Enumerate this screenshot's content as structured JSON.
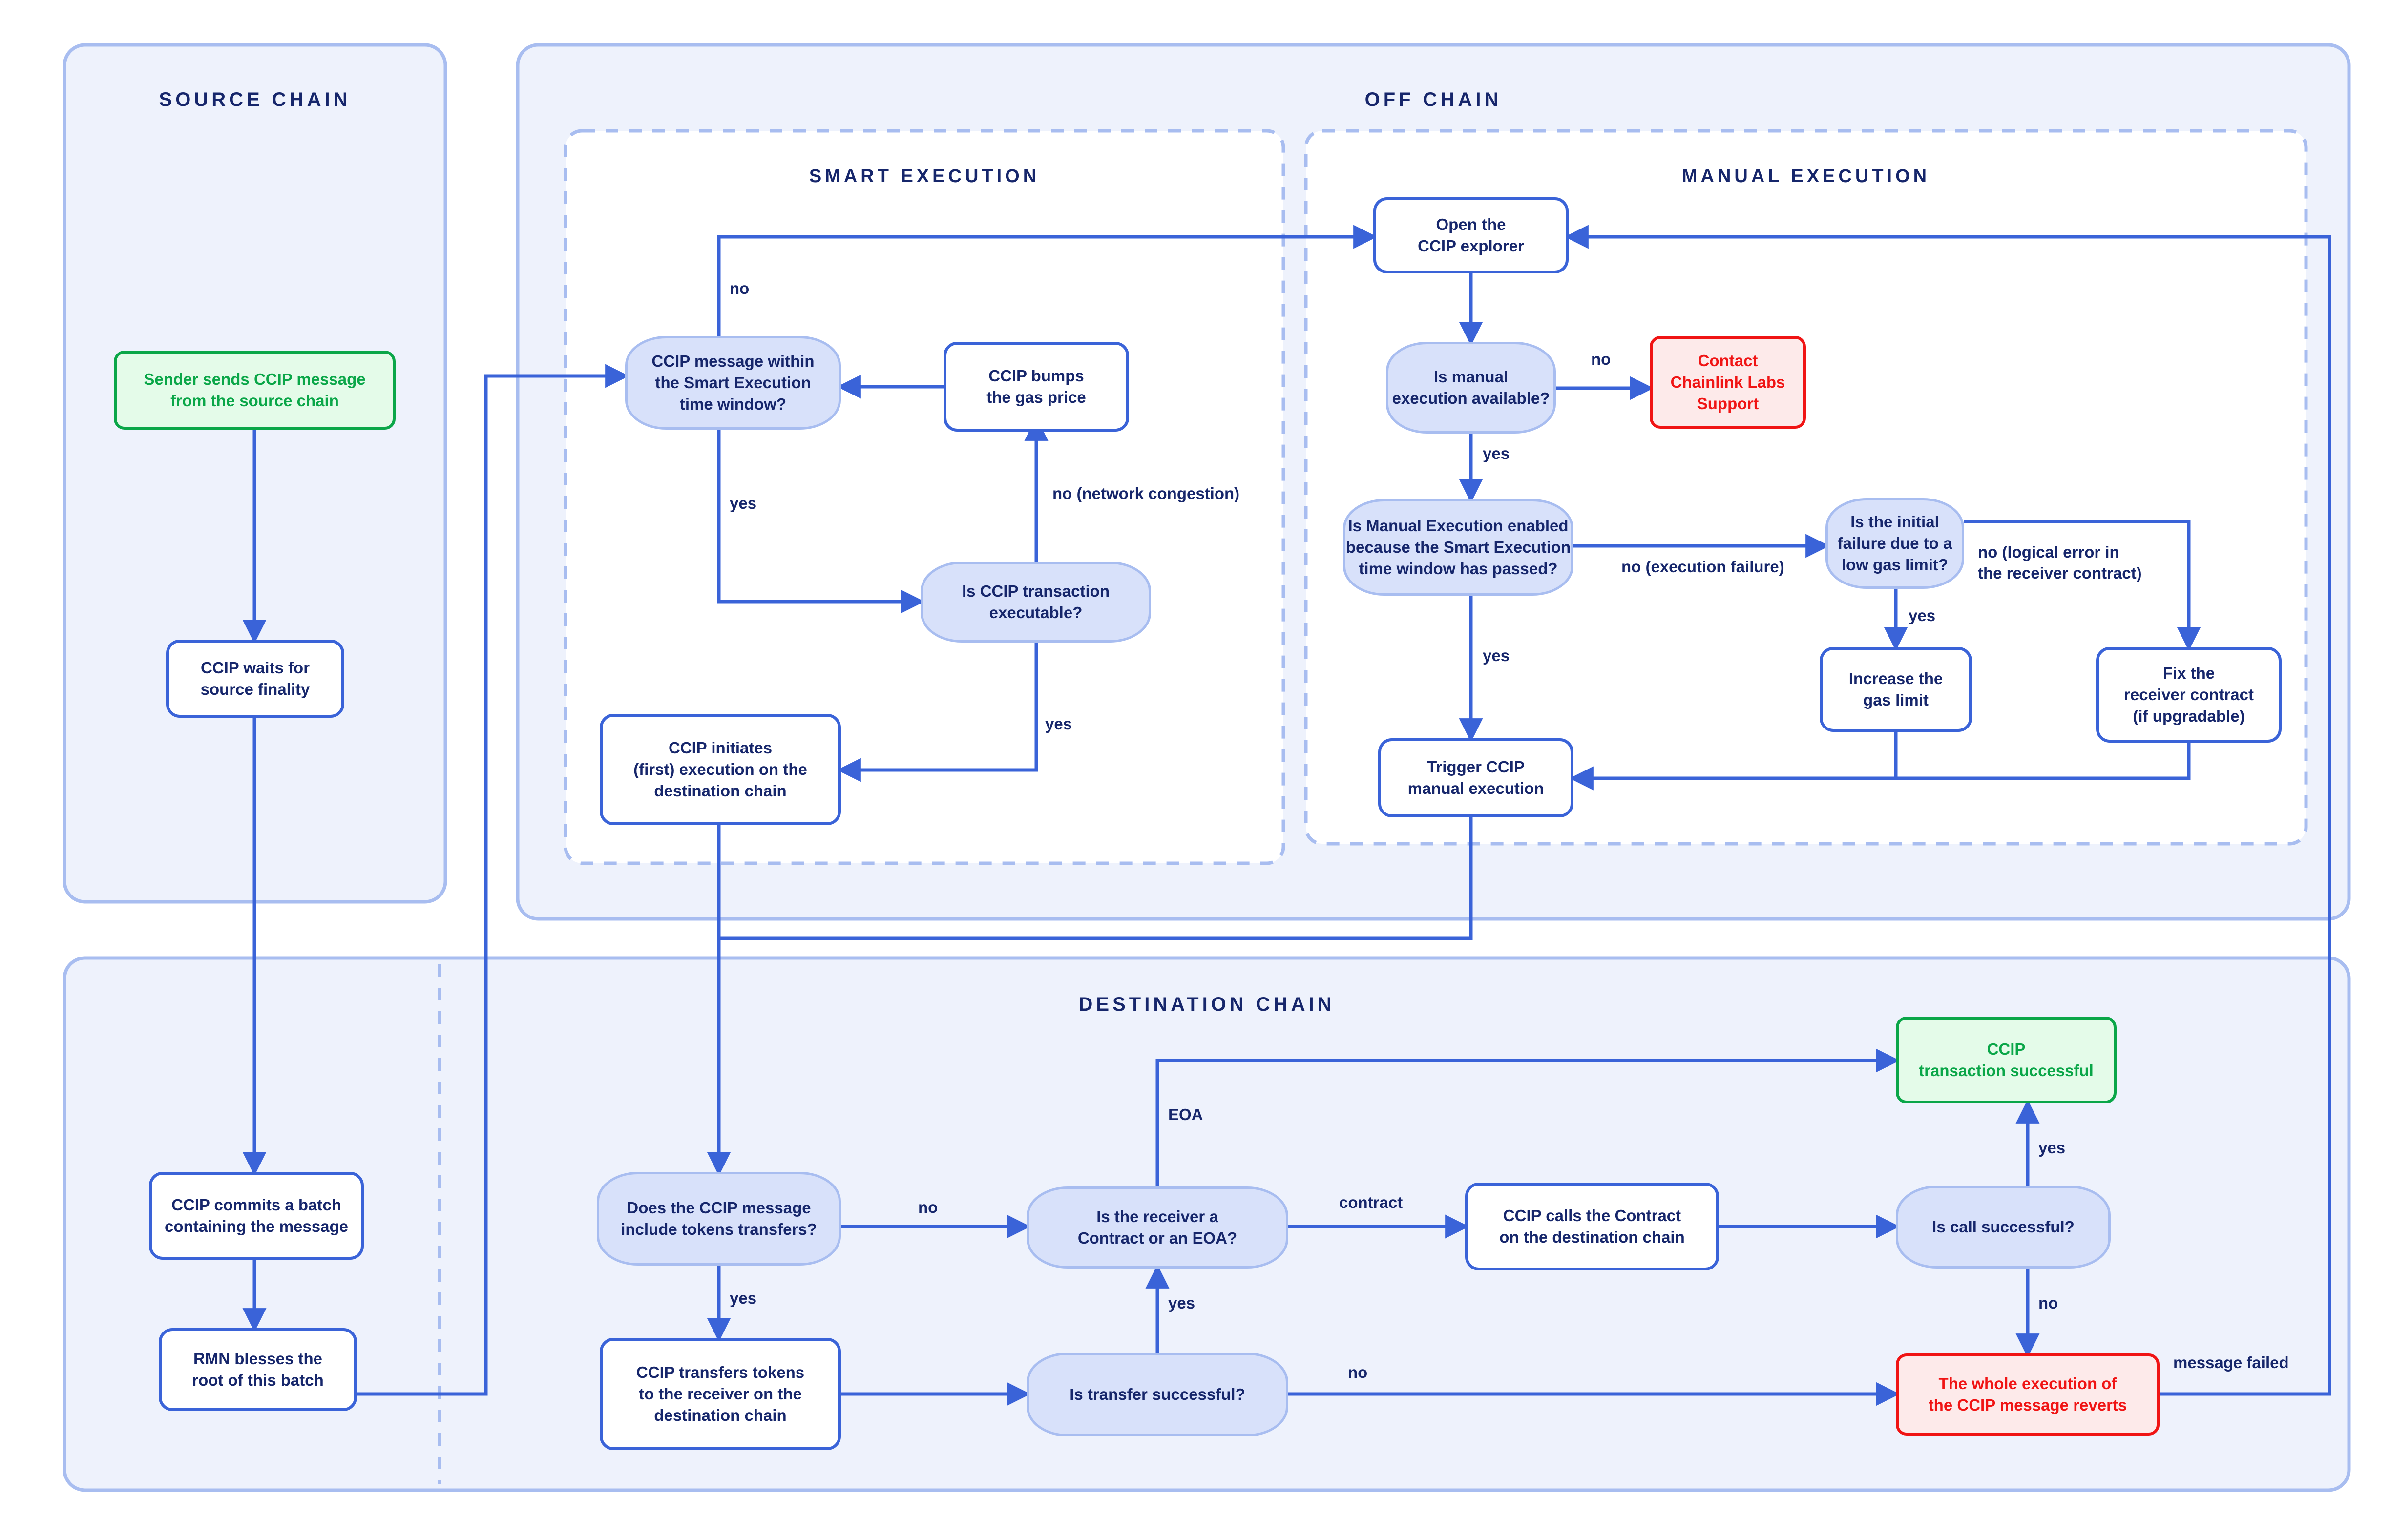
{
  "diagram": {
    "title": "CCIP message execution flowchart",
    "colors": {
      "page_background": "#ffffff",
      "panel_fill": "#eef2fc",
      "panel_border": "#a8bdf0",
      "inner_panel_fill": "#ffffff",
      "process_border": "#3a63d8",
      "decision_fill": "#d8e1fa",
      "decision_border": "#a8bdf0",
      "text_navy": "#16266b",
      "success_green": "#0aa648",
      "success_fill": "#e4fbe9",
      "error_red": "#f01414",
      "error_fill": "#fdeaea",
      "arrow_blue": "#3a63d8"
    }
  },
  "panels": [
    {
      "id": "source-chain",
      "label": "SOURCE CHAIN"
    },
    {
      "id": "off-chain",
      "label": "OFF CHAIN"
    },
    {
      "id": "smart-execution",
      "label": "SMART EXECUTION"
    },
    {
      "id": "manual-execution",
      "label": "MANUAL EXECUTION"
    },
    {
      "id": "destination-chain",
      "label": "DESTINATION CHAIN"
    }
  ],
  "nodes": {
    "sender_sends": "Sender sends CCIP message\nfrom the source chain",
    "waits_finality": "CCIP waits for\nsource finality",
    "commits_batch": "CCIP commits a batch\ncontaining the message",
    "rmn_blesses": "RMN blesses the\nroot of this batch",
    "within_window": "CCIP message within\nthe Smart Execution\ntime window?",
    "bumps_gas": "CCIP bumps\nthe gas price",
    "tx_executable": "Is CCIP transaction\nexecutable?",
    "initiates_exec": "CCIP initiates\n(first) execution on the\ndestination chain",
    "open_explorer": "Open the\nCCIP explorer",
    "manual_available": "Is manual\nexecution available?",
    "contact_support": "Contact\nChainlink Labs\nSupport",
    "manual_enabled": "Is Manual Execution enabled\nbecause the Smart Execution\ntime window has passed?",
    "initial_failure": "Is the initial\nfailure due to a\nlow gas limit?",
    "increase_gas": "Increase the\ngas limit",
    "fix_receiver": "Fix the\nreceiver contract\n(if upgradable)",
    "trigger_manual": "Trigger CCIP\nmanual execution",
    "includes_tokens": "Does the CCIP message\ninclude tokens transfers?",
    "transfers_tokens": "CCIP transfers tokens\nto the receiver on the\ndestination chain",
    "transfer_successful": "Is transfer successful?",
    "receiver_type": "Is the receiver a\nContract or an EOA?",
    "calls_contract": "CCIP calls the Contract\non the destination chain",
    "call_successful": "Is call successful?",
    "tx_successful": "CCIP\ntransaction successful",
    "whole_reverts": "The whole execution of\nthe CCIP message reverts"
  },
  "edge_labels": {
    "window_no": "no",
    "window_yes": "yes",
    "executable_yes": "yes",
    "executable_no": "no (network congestion)",
    "manual_available_no": "no",
    "manual_available_yes": "yes",
    "manual_enabled_yes": "yes",
    "manual_enabled_no": "no (execution failure)",
    "initial_failure_yes": "yes",
    "initial_failure_no": "no (logical error in\nthe receiver contract)",
    "tokens_no": "no",
    "tokens_yes": "yes",
    "transfer_no": "no",
    "transfer_yes": "yes",
    "receiver_eoa": "EOA",
    "receiver_contract": "contract",
    "call_yes": "yes",
    "call_no": "no",
    "message_failed": "message failed"
  }
}
